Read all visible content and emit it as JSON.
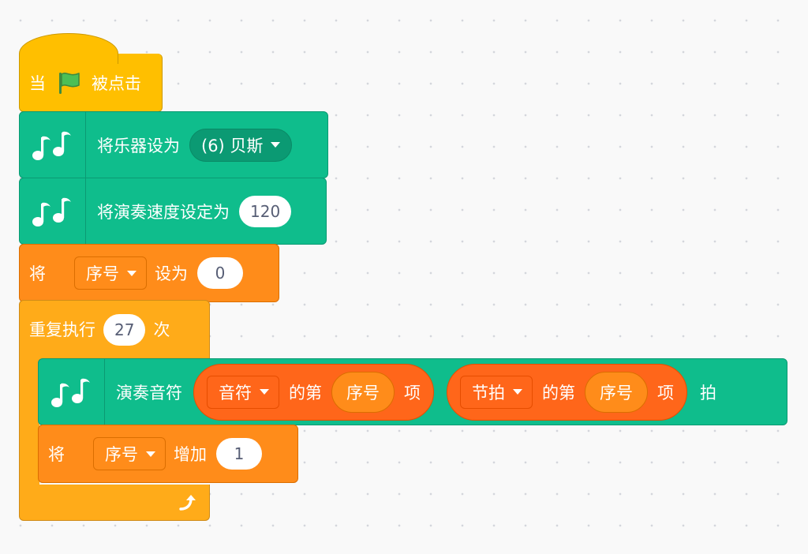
{
  "colors": {
    "events": "#ffbf00",
    "control": "#ffab19",
    "variables": "#ff8c1a",
    "lists": "#ff661a",
    "music": "#0fbd8c",
    "input_text": "#575e75"
  },
  "icons": {
    "flag": "green-flag-icon",
    "music": "music-notes-icon",
    "dropdown": "caret-down-icon",
    "loop": "loop-arrow-icon"
  },
  "script": {
    "when_flag": {
      "prefix": "当",
      "suffix": "被点击"
    },
    "set_instrument": {
      "label": "将乐器设为",
      "value": "(6) 贝斯"
    },
    "set_tempo": {
      "label": "将演奏速度设定为",
      "value": "120"
    },
    "set_var": {
      "prefix": "将",
      "variable": "序号",
      "middle": "设为",
      "value": "0"
    },
    "repeat": {
      "prefix": "重复执行",
      "times": "27",
      "suffix": "次"
    },
    "play_note": {
      "label": "演奏音符",
      "note_list": "音符",
      "of_1": "的第",
      "index_1": "序号",
      "item_1": "项",
      "beat_list": "节拍",
      "of_2": "的第",
      "index_2": "序号",
      "item_2": "项",
      "suffix": "拍"
    },
    "change_var": {
      "prefix": "将",
      "variable": "序号",
      "middle": "增加",
      "value": "1"
    }
  }
}
